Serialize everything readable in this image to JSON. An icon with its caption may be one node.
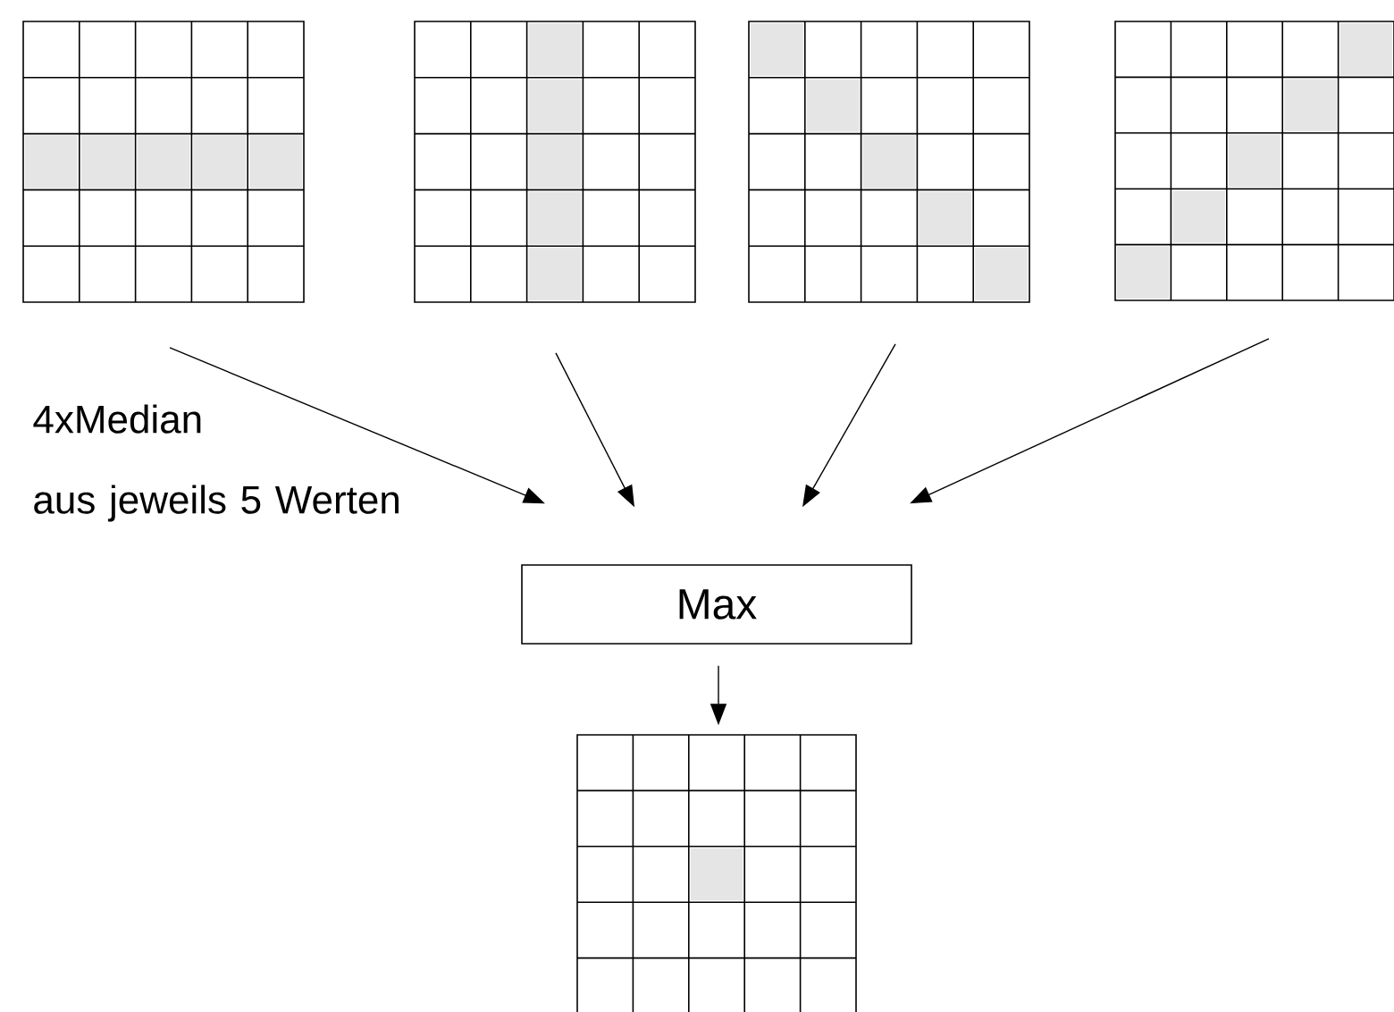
{
  "diagram": {
    "nodes": [
      {
        "text": [],
        "shape": "grid"
      },
      {
        "text": [],
        "shape": "grid"
      },
      {
        "text": [],
        "shape": "grid"
      },
      {
        "text": [],
        "shape": "grid"
      },
      {
        "text": [
          "Max"
        ]
      },
      {
        "text": [],
        "shape": "grid"
      }
    ],
    "edges": [
      {
        "from": 0,
        "to": 4,
        "arrow": "to"
      },
      {
        "from": 1,
        "to": 4,
        "arrow": "to"
      },
      {
        "from": 2,
        "to": 4,
        "arrow": "to"
      },
      {
        "from": 3,
        "to": 4,
        "arrow": "to"
      },
      {
        "from": 4,
        "to": 5,
        "arrow": "to"
      }
    ],
    "labels": [
      "4xMedian aus jeweils 5 Werten"
    ]
  }
}
